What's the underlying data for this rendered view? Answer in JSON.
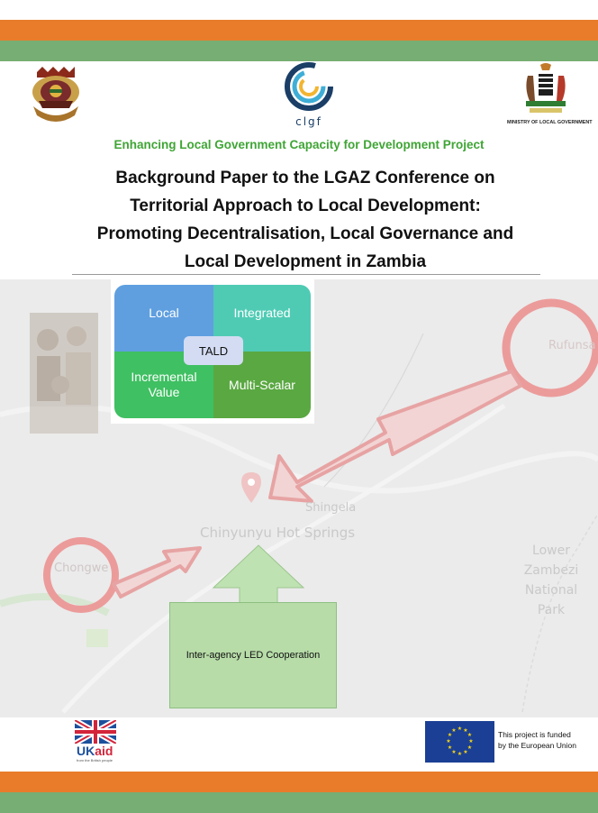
{
  "header": {
    "ministry_caption": "MINISTRY OF LOCAL GOVERNMENT",
    "clgf_wordmark": "clgf"
  },
  "project_subtitle": "Enhancing Local Government Capacity for Development Project",
  "title_lines": [
    "Background Paper to the LGAZ Conference on",
    "Territorial Approach to Local Development:",
    "Promoting Decentralisation, Local Governance and",
    "Local Development in Zambia"
  ],
  "tald_diagram": {
    "center": "TALD",
    "quadrants": {
      "top_left": "Local",
      "top_right": "Integrated",
      "bottom_left_line1": "Incremental",
      "bottom_left_line2": "Value",
      "bottom_right": "Multi-Scalar"
    }
  },
  "map_labels": {
    "rufunsa": "Rufunsa",
    "shingela": "Shingela",
    "chinyunyu": "Chinyunyu Hot Springs",
    "chongwe": "Chongwe",
    "park_line1": "Lower",
    "park_line2": "Zambezi",
    "park_line3": "National Park"
  },
  "cooperation_box": "Inter-agency LED Cooperation",
  "footer": {
    "ukaid_uk": "UK",
    "ukaid_aid": "aid",
    "ukaid_tagline": "from the British people",
    "eu_line1": "This project is funded",
    "eu_line2": "by the European Union"
  },
  "colors": {
    "band_orange": "#e87c2b",
    "band_green": "#77ae73",
    "subtitle_green": "#3fa535",
    "arrow_red": "#e89a9a"
  }
}
